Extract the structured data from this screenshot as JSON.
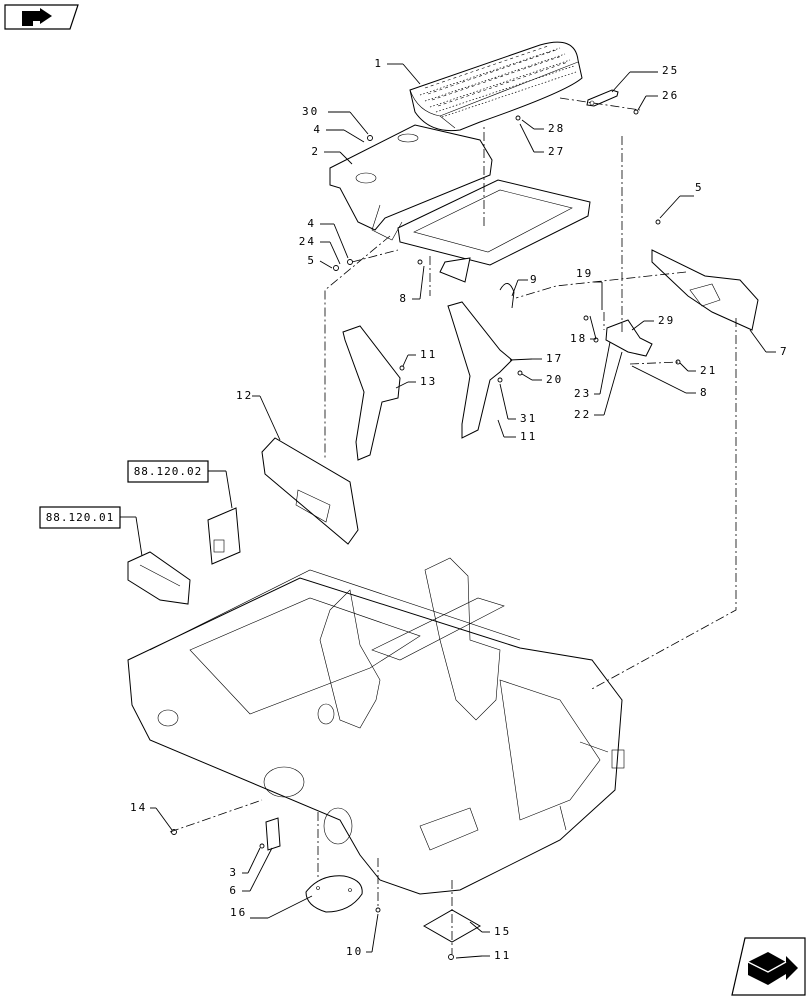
{
  "nav_icons": {
    "top_left": "back-page-icon",
    "bottom_right": "next-page-icon"
  },
  "reference_boxes": [
    {
      "label": "88.120.02"
    },
    {
      "label": "88.120.01"
    }
  ],
  "callouts": [
    {
      "label": "1"
    },
    {
      "label": "25"
    },
    {
      "label": "26"
    },
    {
      "label": "30"
    },
    {
      "label": "4"
    },
    {
      "label": "28"
    },
    {
      "label": "2"
    },
    {
      "label": "27"
    },
    {
      "label": "5"
    },
    {
      "label": "4"
    },
    {
      "label": "24"
    },
    {
      "label": "5"
    },
    {
      "label": "9"
    },
    {
      "label": "19"
    },
    {
      "label": "8"
    },
    {
      "label": "29"
    },
    {
      "label": "7"
    },
    {
      "label": "18"
    },
    {
      "label": "17"
    },
    {
      "label": "11"
    },
    {
      "label": "21"
    },
    {
      "label": "13"
    },
    {
      "label": "20"
    },
    {
      "label": "23"
    },
    {
      "label": "8"
    },
    {
      "label": "12"
    },
    {
      "label": "22"
    },
    {
      "label": "31"
    },
    {
      "label": "11"
    },
    {
      "label": "14"
    },
    {
      "label": "3"
    },
    {
      "label": "6"
    },
    {
      "label": "16"
    },
    {
      "label": "15"
    },
    {
      "label": "10"
    },
    {
      "label": "11"
    }
  ]
}
